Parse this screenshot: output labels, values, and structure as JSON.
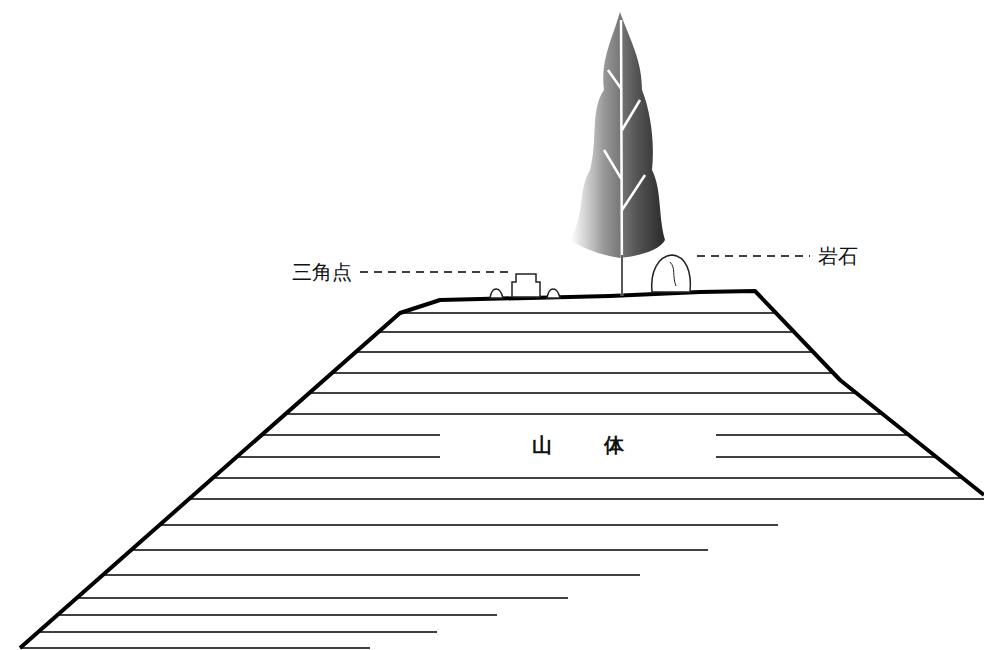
{
  "diagram": {
    "labels": [
      "三角点",
      "岩石",
      "山体"
    ]
  }
}
